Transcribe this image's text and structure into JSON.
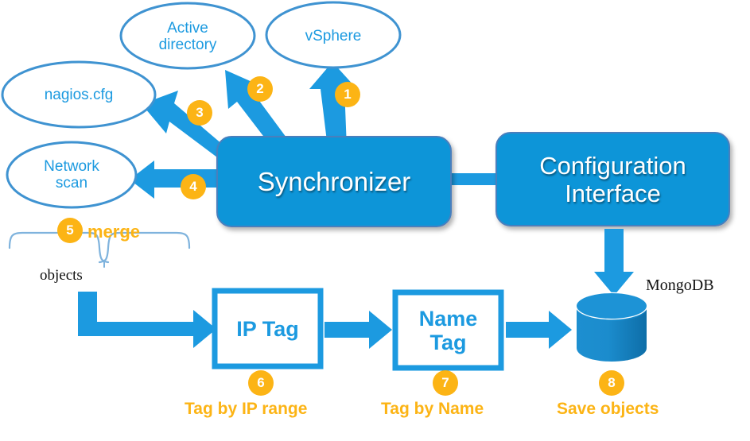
{
  "diagram": {
    "title": "Synchronizer architecture flow",
    "colors": {
      "box_blue": "#0f95d8",
      "outline_blue": "#1c9ae0",
      "arrow_blue": "#1c9ae0",
      "badge_orange": "#fcb415",
      "caption_orange": "#fcb415",
      "text_white": "#ffffff",
      "text_black": "#111111",
      "bracket_blue": "#7fb3dd",
      "background": "#ffffff"
    },
    "sources": [
      {
        "id": "active-directory",
        "label": "Active\ndirectory",
        "line1": "Active",
        "line2": "directory"
      },
      {
        "id": "vsphere",
        "label": "vSphere",
        "line1": "vSphere",
        "line2": ""
      },
      {
        "id": "nagios-cfg",
        "label": "nagios.cfg",
        "line1": "nagios.cfg",
        "line2": ""
      },
      {
        "id": "network-scan",
        "label": "Network\nscan",
        "line1": "Network",
        "line2": "scan"
      }
    ],
    "components": {
      "synchronizer": "Synchronizer",
      "configuration_interface_line1": "Configuration",
      "configuration_interface_line2": "Interface",
      "ip_tag_line1": "IP Tag",
      "ip_tag_line2": "",
      "name_tag_line1": "Name",
      "name_tag_line2": "Tag",
      "database": "MongoDB"
    },
    "labels": {
      "merge": "merge",
      "objects": "objects",
      "tag_by_ip_range": "Tag by IP range",
      "tag_by_name": "Tag by Name",
      "save_objects": "Save objects"
    },
    "steps": [
      {
        "number": "1",
        "target": "vSphere"
      },
      {
        "number": "2",
        "target": "Active directory"
      },
      {
        "number": "3",
        "target": "nagios.cfg"
      },
      {
        "number": "4",
        "target": "Network scan"
      },
      {
        "number": "5",
        "target": "merge"
      },
      {
        "number": "6",
        "target": "Tag by IP range"
      },
      {
        "number": "7",
        "target": "Tag by Name"
      },
      {
        "number": "8",
        "target": "Save objects"
      }
    ]
  }
}
